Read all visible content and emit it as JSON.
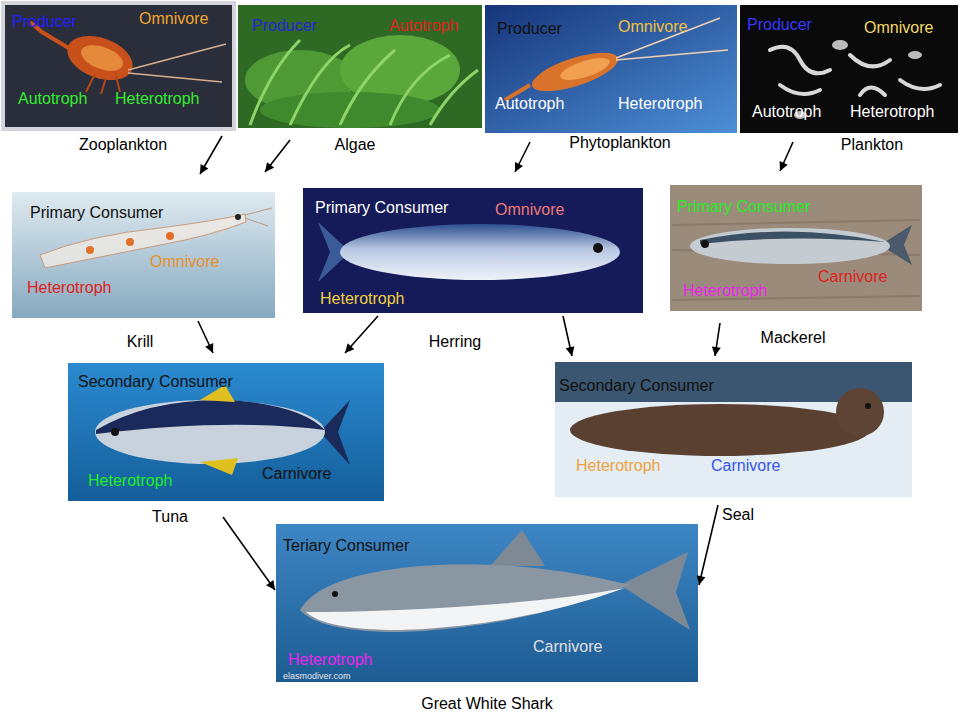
{
  "diagram": {
    "nodes": [
      {
        "text": [
          "Producer",
          "Omnivore",
          "Autotroph",
          "Heterotroph",
          "Zooplankton"
        ]
      },
      {
        "text": [
          "Producer",
          "Autotroph",
          "Algae"
        ]
      },
      {
        "text": [
          "Producer",
          "Omnivore",
          "Autotroph",
          "Heterotroph",
          "Phytoplankton"
        ]
      },
      {
        "text": [
          "Producer",
          "Omnivore",
          "Autotroph",
          "Heterotroph",
          "Plankton"
        ]
      },
      {
        "text": [
          "Primary Consumer",
          "Omnivore",
          "Heterotroph",
          "Krill"
        ]
      },
      {
        "text": [
          "Primary Consumer",
          "Omnivore",
          "Heterotroph",
          "Herring"
        ]
      },
      {
        "text": [
          "Primary Consumer",
          "Carnivore",
          "Heterotroph",
          "Mackerel"
        ]
      },
      {
        "text": [
          "Secondary Consumer",
          "Heterotroph",
          "Carnivore",
          "Tuna"
        ]
      },
      {
        "text": [
          "Secondary Consumer",
          "Heterotroph",
          "Carnivore",
          "Seal"
        ]
      },
      {
        "text": [
          "Teriary Consumer",
          "Heterotroph",
          "Carnivore",
          "Great White Shark"
        ]
      }
    ],
    "edges": [
      {
        "from": 0,
        "to": 4,
        "arrow": "to"
      },
      {
        "from": 1,
        "to": 4,
        "arrow": "to"
      },
      {
        "from": 2,
        "to": 5,
        "arrow": "to"
      },
      {
        "from": 3,
        "to": 6,
        "arrow": "to"
      },
      {
        "from": 4,
        "to": 7,
        "arrow": "to"
      },
      {
        "from": 5,
        "to": 7,
        "arrow": "to"
      },
      {
        "from": 5,
        "to": 8,
        "arrow": "to"
      },
      {
        "from": 6,
        "to": 8,
        "arrow": "to"
      },
      {
        "from": 7,
        "to": 9,
        "arrow": "to"
      },
      {
        "from": 8,
        "to": 9,
        "arrow": "to"
      }
    ],
    "labels": [
      "elasmodiver.com"
    ]
  }
}
